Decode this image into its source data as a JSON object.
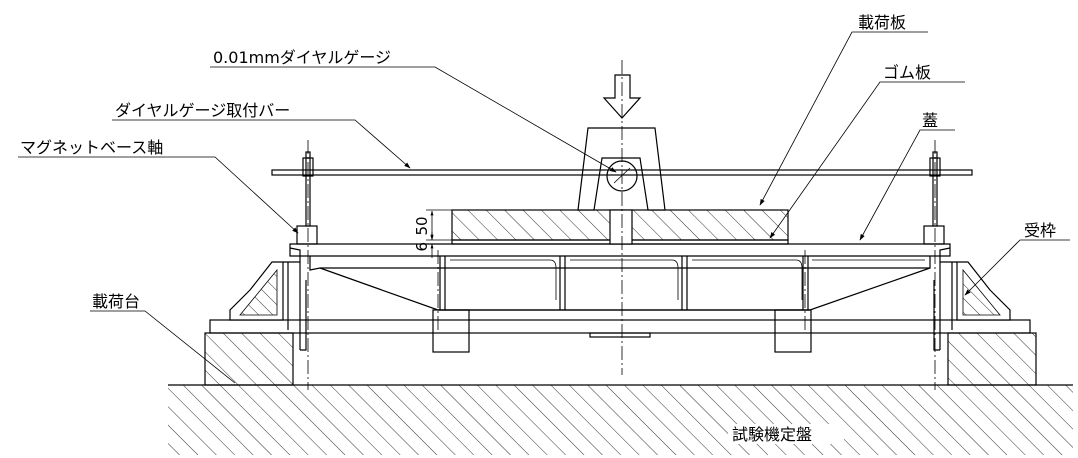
{
  "labels": {
    "dial_gauge": "0.01mmダイヤルゲージ",
    "loading_plate": "載荷板",
    "rubber_plate": "ゴム板",
    "dial_gauge_bar": "ダイヤルゲージ取付バー",
    "lid": "蓋",
    "magnet_base_shaft": "マグネットベース軸",
    "receiving_frame": "受枠",
    "loading_table": "載荷台",
    "test_machine_bed": "試験機定盤"
  },
  "dimensions": {
    "plate_thickness": "50",
    "rubber_thickness": "6"
  }
}
